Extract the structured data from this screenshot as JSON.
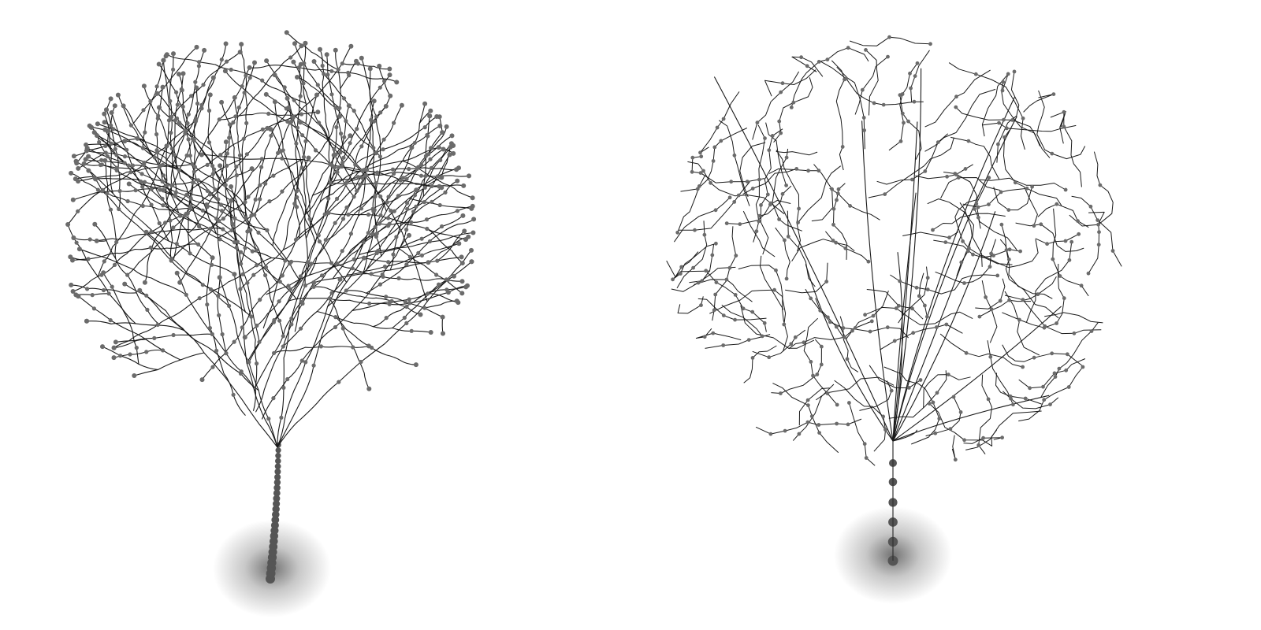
{
  "scene": {
    "background": "#ffffff",
    "branch_color": "#1a1a1a",
    "node_color": "#6b6b6b",
    "shadow_color": "#000000",
    "trees": [
      {
        "name": "space-colonization-tree",
        "style": "smooth-curved-branches"
      },
      {
        "name": "random-walk-tree",
        "style": "jagged-dense-branches"
      }
    ]
  }
}
